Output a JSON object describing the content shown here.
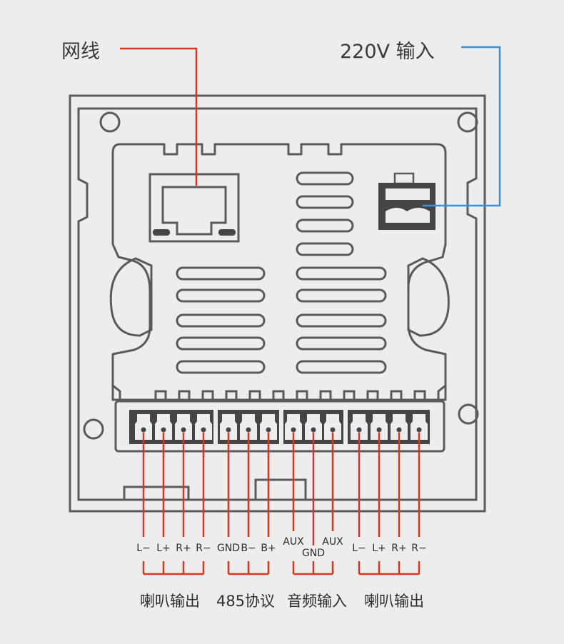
{
  "callouts": {
    "network": "网线",
    "power": "220V 输入"
  },
  "terminals": {
    "speaker_left": [
      "L−",
      "L+",
      "R+",
      "R−"
    ],
    "rs485": [
      "GND",
      "B−",
      "B+"
    ],
    "audio_in": [
      "AUX",
      "GND",
      "AUX"
    ],
    "speaker_right": [
      "L−",
      "L+",
      "R+",
      "R−"
    ]
  },
  "groups": {
    "speaker_left": "喇叭输出",
    "rs485": "485协议",
    "audio_in": "音频输入",
    "speaker_right": "喇叭输出"
  },
  "colors": {
    "network_line": "#d9361f",
    "power_line": "#3d8fd6",
    "wire": "#d9361f",
    "outline": "#5a5a5a",
    "connector": "#454545"
  }
}
